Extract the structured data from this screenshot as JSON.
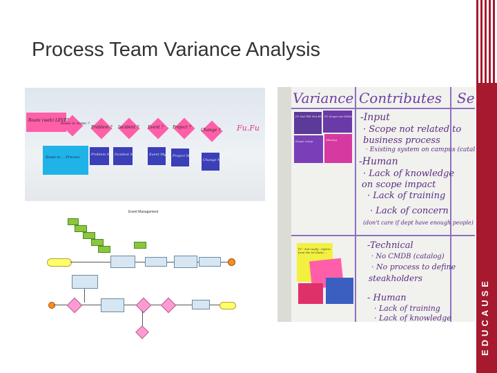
{
  "slide": {
    "title": "Process Team Variance Analysis",
    "brand": "EDUCAUSE"
  },
  "colors": {
    "brand_red": "#a6192e",
    "title_text": "#333333"
  },
  "photo_left_top": {
    "notes": {
      "pink_1": "Route (web) LEVEL",
      "diamond_1": "Route to Same ?",
      "diamond_2": "Problem ?",
      "diamond_3": "Incident ?",
      "diamond_4": "Event ?",
      "diamond_5": "Project ?",
      "diamond_6": "Change ?",
      "pink_last": "Fu.Fu",
      "blue_main": "Route to ... Process",
      "purple_1": "Problem Mgmt",
      "purple_2": "Incident Mgmt",
      "purple_3": "Event Mgmt",
      "purple_4": "Project Mgmt",
      "purple_5": "Change Mgmt"
    }
  },
  "flowchart": {
    "title": "Event Management"
  },
  "photo_right": {
    "headers": {
      "variance": "Variance",
      "contributes": "Contributes",
      "cut": "Se"
    },
    "lines": {
      "input": "-Input",
      "l1": "· Scope not related to",
      "l2": "business process",
      "l3": "· Existing system on campus (catalog)",
      "human": "-Human",
      "l4": "· Lack of knowledge",
      "l5": "on scope impact",
      "l6": "· Lack of training",
      "l7": "· Lack of concern",
      "l8": "(don't care if dept have enough people)",
      "technical": "-Technical",
      "l9": "· No CMDB (catalog)",
      "l10": "· No process to define",
      "l11": "steakholders",
      "human2": "- Human",
      "l12": "· Lack of training",
      "l13": "· Lack of knowledge"
    },
    "sticky": {
      "n1": "P1 Not PEI Not ECI",
      "n2": "P2 Scope not IMPACT",
      "n3": "Scope creep",
      "n4": "Missing",
      "yellow": "P1 - Not ready - inform from the lol (data) ..."
    }
  }
}
